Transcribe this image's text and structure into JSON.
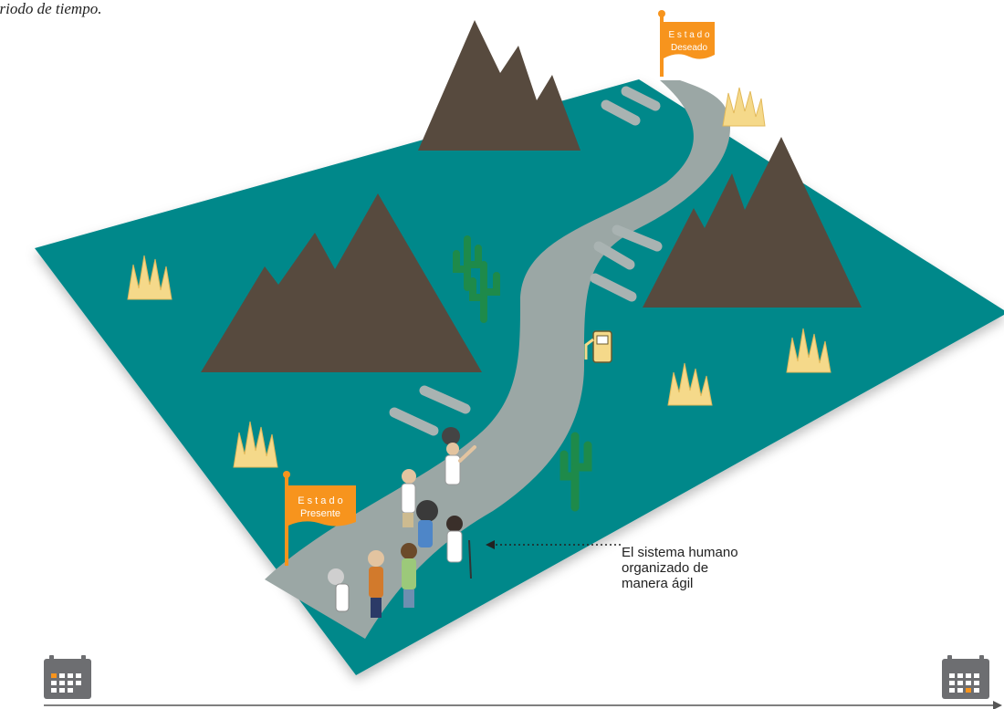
{
  "caption": "eriodo de tiempo.",
  "flags": {
    "start": {
      "line1": "E s t a d o",
      "line2": "Presente"
    },
    "end": {
      "line1": "E s t a d o",
      "line2": "Deseado"
    }
  },
  "annotation": {
    "line1": "El sistema humano",
    "line2": "organizado de",
    "line3": "manera ágil"
  },
  "timeline": {
    "start_icon": "calendar-icon",
    "end_icon": "calendar-icon"
  },
  "icons": {
    "fuel": "fuel-pump-icon",
    "cactus": "cactus-icon",
    "grass": "grass-tuft-icon",
    "mountain": "mountain-icon"
  },
  "colors": {
    "ground": "#00888a",
    "road": "#9ba7a5",
    "mountain": "#574a3e",
    "flag": "#f7941d",
    "grass": "#f5d98a",
    "cactus": "#1e8a4a",
    "calendar_accent": "#f7941d"
  }
}
